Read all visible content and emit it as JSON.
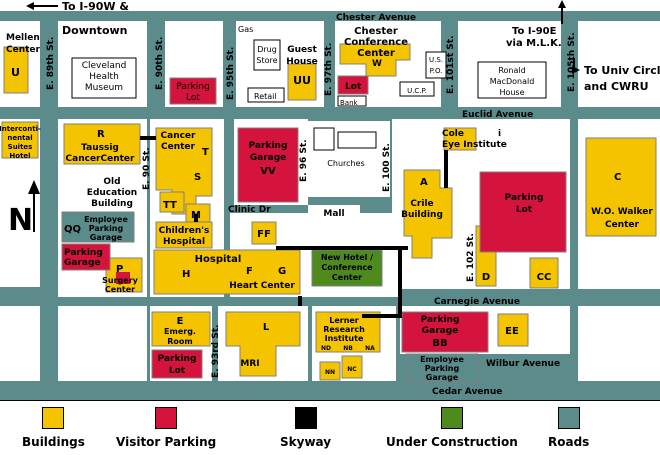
{
  "colors": {
    "road": "#5c8b8b",
    "block": "#ffffff",
    "building": "#f5c400",
    "parking": "#d4143c",
    "skyway": "#000000",
    "construction": "#4e8a1e",
    "fence": "#7f7f7f"
  },
  "nav": {
    "to_i90w": "To I-90W &",
    "downtown": "Downtown",
    "to_i90e_1": "To I-90E",
    "to_i90e_2": "via M.L.K.",
    "univ_circle_1": "To Univ Circle",
    "univ_circle_2": "and CWRU"
  },
  "streets": {
    "chester": "Chester Avenue",
    "euclid": "Euclid Avenue",
    "carnegie": "Carnegie Avenue",
    "wilbur": "Wilbur Avenue",
    "cedar": "Cedar Avenue",
    "e89": "E. 89th St.",
    "e90": "E. 90th St.",
    "e93": "E. 93rd St.",
    "e95": "E. 95th St.",
    "e96": "E. 96 St.",
    "e97": "E. 97th St.",
    "e100": "E. 100 St.",
    "e101": "E. 101st St.",
    "e102": "E. 102 St.",
    "e105": "E. 105th St.",
    "e90b": "E. 90 St.",
    "clinic_dr": "Clinic Dr"
  },
  "places": {
    "mellen_1": "Mellen",
    "mellen_2": "Center",
    "u": "U",
    "health_museum_1": "Cleveland",
    "health_museum_2": "Health",
    "health_museum_3": "Museum",
    "parking_lot": "Parking",
    "lot": "Lot",
    "gas": "Gas",
    "drug_store_1": "Drug",
    "drug_store_2": "Store",
    "retail": "Retail",
    "guest_house_1": "Guest",
    "guest_house_2": "House",
    "uu": "UU",
    "chester_conf_1": "Chester",
    "chester_conf_2": "Conference",
    "chester_conf_3": "Center",
    "w": "W",
    "lot_small": "Lot",
    "bank": "Bank",
    "us_po_1": "U.S.",
    "us_po_2": "P.O.",
    "ucp": "U.C.P.",
    "rmh_1": "Ronald",
    "rmh_2": "MacDonald",
    "rmh_3": "House",
    "interconti_1": "Interconti-",
    "interconti_2": "nental",
    "interconti_3": "Suites",
    "interconti_4": "Hotel",
    "r": "R",
    "taussig_1": "Taussig",
    "taussig_2": "CancerCenter",
    "cancer_center_1": "Cancer",
    "cancer_center_2": "Center",
    "t": "T",
    "s": "S",
    "old_ed_1": "Old",
    "old_ed_2": "Education",
    "old_ed_3": "Building",
    "tt": "TT",
    "m": "M",
    "garage_vv_1": "Parking",
    "garage_vv_2": "Garage",
    "vv": "VV",
    "churches": "Churches",
    "mall": "Mall",
    "cole_1": "Cole",
    "cole_2": "Eye Institute",
    "i": "i",
    "a": "A",
    "crile_1": "Crile",
    "crile_2": "Building",
    "parking_lot_right_1": "Parking",
    "parking_lot_right_2": "Lot",
    "c": "C",
    "walker_1": "W.O. Walker",
    "walker_2": "Center",
    "qq": "QQ",
    "emp_garage_1": "Employee",
    "emp_garage_2": "Parking",
    "emp_garage_3": "Garage",
    "childrens_1": "Children's",
    "childrens_2": "Hospital",
    "ff": "FF",
    "parking_garage_left_1": "Parking",
    "parking_garage_left_2": "Garage",
    "p": "P",
    "surgery_1": "Surgery",
    "surgery_2": "Center",
    "hospital": "Hospital",
    "h": "H",
    "f": "F",
    "g": "G",
    "heart_center": "Heart Center",
    "new_hotel_1": "New Hotel /",
    "new_hotel_2": "Conference",
    "new_hotel_3": "Center",
    "d": "D",
    "cc": "CC",
    "e": "E",
    "emerg_1": "Emerg.",
    "emerg_2": "Room",
    "l": "L",
    "lerner_1": "Lerner",
    "lerner_2": "Research",
    "lerner_3": "Institute",
    "nd": "ND",
    "nb": "NB",
    "na": "NA",
    "nn": "NN",
    "nc": "NC",
    "parking_garage_bb_1": "Parking",
    "parking_garage_bb_2": "Garage",
    "bb": "BB",
    "ee": "EE",
    "emp_garage2_1": "Employee",
    "emp_garage2_2": "Parking",
    "emp_garage2_3": "Garage",
    "parking_lot_e_1": "Parking",
    "parking_lot_e_2": "Lot",
    "mri": "MRI",
    "north": "N"
  },
  "legend": {
    "buildings": "Buildings",
    "visitor_parking": "Visitor Parking",
    "skyway": "Skyway",
    "under_construction": "Under Construction",
    "roads": "Roads"
  }
}
